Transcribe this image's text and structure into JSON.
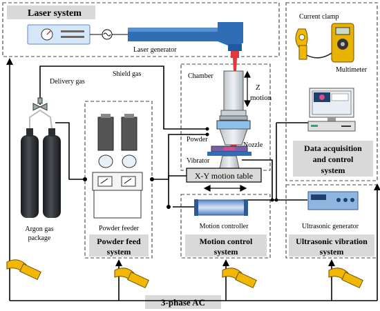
{
  "systems": {
    "laser": "Laser system",
    "data_acq_line1": "Data acquisition",
    "data_acq_line2": "and control",
    "data_acq_line3": "system",
    "powder_feed_line1": "Powder feed",
    "powder_feed_line2": "system",
    "motion_control_line1": "Motion control",
    "motion_control_line2": "system",
    "ultrasonic_line1": "Ultrasonic vibration",
    "ultrasonic_line2": "system",
    "power": "3-phase AC"
  },
  "components": {
    "laser_generator": "Laser generator",
    "current_clamp": "Current clamp",
    "multimeter": "Multimeter",
    "shield_gas": "Shield gas",
    "delivery_gas": "Delivery gas",
    "chamber": "Chamber",
    "z_axis": "Z",
    "z_motion": "motion",
    "powder": "Powder",
    "nozzle": "Nozzle",
    "vibrator": "Vibrator",
    "xy_table": "X-Y motion table",
    "argon_line1": "Argon gas",
    "argon_line2": "package",
    "powder_feeder": "Powder feeder",
    "motion_controller": "Motion controller",
    "ultrasonic_generator": "Ultrasonic generator"
  },
  "colors": {
    "title_box": "#d9d9d9",
    "cylinder": "#2b2f33",
    "laser_head": "#2f6db5",
    "laser_beam": "#e03a3a",
    "clamp_yellow": "#f2b705",
    "multimeter_yellow": "#e8b200",
    "generator_blue": "#8fb6de",
    "feeder_grey": "#666666"
  },
  "icons": [
    "current-clamp-icon",
    "multimeter-icon",
    "computer-icon",
    "gas-cylinder-icon",
    "valve-icon",
    "laser-generator-icon",
    "ultrasonic-generator-icon",
    "motion-controller-icon",
    "powder-feeder-icon"
  ]
}
